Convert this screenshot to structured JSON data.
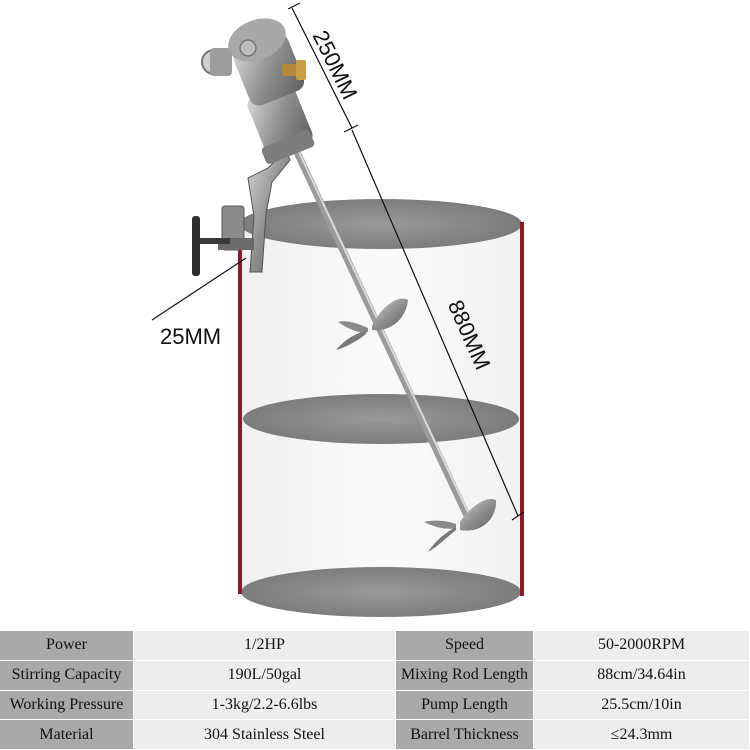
{
  "dimensions": {
    "motor_height": "250MM",
    "shaft_length": "880MM",
    "clamp_width": "25MM"
  },
  "specs": {
    "rows": [
      {
        "label_left": "Power",
        "value_left": "1/2HP",
        "label_right": "Speed",
        "value_right": "50-2000RPM"
      },
      {
        "label_left": "Stirring Capacity",
        "value_left": "190L/50gal",
        "label_right": "Mixing Rod Length",
        "value_right": "88cm/34.64in"
      },
      {
        "label_left": "Working Pressure",
        "value_left": "1-3kg/2.2-6.6lbs",
        "label_right": "Pump Length",
        "value_right": "25.5cm/10in"
      },
      {
        "label_left": "Material",
        "value_left": "304 Stainless Steel",
        "label_right": "Barrel Thickness",
        "value_right": "≤24.3mm"
      }
    ]
  },
  "colors": {
    "barrel_wall": "#8b1a2b",
    "disc": "#8e8e8e",
    "label_cell": "#a9a9a9",
    "value_cell": "#ededed"
  },
  "icons": [
    "pneumatic-motor",
    "impeller-blade",
    "clamp-handle"
  ]
}
